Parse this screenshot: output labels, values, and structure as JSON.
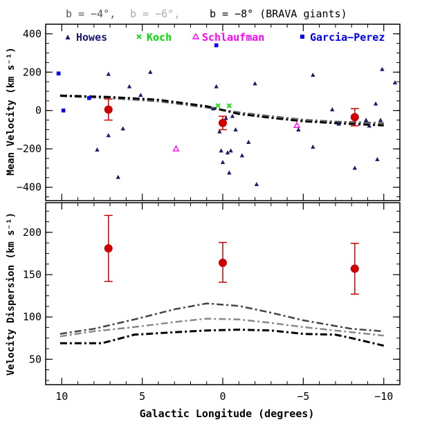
{
  "header": {
    "parts": [
      {
        "text": "b = −4°,",
        "color": "#555555"
      },
      {
        "text": "b = −6°,",
        "color": "#aaaaaa"
      },
      {
        "text": "b = −8° (BRAVA giants)",
        "color": "#000000"
      }
    ]
  },
  "colors": {
    "howes": "#1c1a6e",
    "koch": "#00dd00",
    "schlaufman": "#ff00ff",
    "garcia": "#0000ee",
    "brava": "#cc0000",
    "model_b4": "#444444",
    "model_b6": "#888888",
    "model_b8": "#000000"
  },
  "chart_data": [
    {
      "type": "scatter",
      "ylabel": "Mean Velocity (km s⁻¹)",
      "xlim": [
        11,
        -11
      ],
      "ylim": [
        -470,
        450
      ],
      "yticks": [
        -400,
        -200,
        0,
        200,
        400
      ],
      "xticks": [
        10,
        5,
        0,
        -5,
        -10
      ],
      "legend": {
        "placement": "top",
        "entries": [
          "Howes",
          "Koch",
          "Schlaufman",
          "Garcia−Perez"
        ]
      },
      "series": [
        {
          "name": "Howes",
          "marker": "triangle-filled",
          "points": [
            [
              7.8,
              -205
            ],
            [
              7.1,
              190
            ],
            [
              7.1,
              -130
            ],
            [
              6.5,
              -348
            ],
            [
              6.2,
              -95
            ],
            [
              5.8,
              125
            ],
            [
              5.1,
              80
            ],
            [
              4.5,
              200
            ],
            [
              0.6,
              10
            ],
            [
              0.4,
              125
            ],
            [
              0.2,
              -110
            ],
            [
              0.1,
              -210
            ],
            [
              0.0,
              -270
            ],
            [
              -0.2,
              -40
            ],
            [
              -0.3,
              -220
            ],
            [
              -0.4,
              -325
            ],
            [
              -0.5,
              -210
            ],
            [
              -0.6,
              -30
            ],
            [
              -0.8,
              -100
            ],
            [
              -1.2,
              -235
            ],
            [
              -1.6,
              -165
            ],
            [
              -2.0,
              140
            ],
            [
              -2.1,
              -385
            ],
            [
              -4.7,
              -100
            ],
            [
              -5.6,
              185
            ],
            [
              -5.6,
              -190
            ],
            [
              -6.8,
              5
            ],
            [
              -7.2,
              -70
            ],
            [
              -8.2,
              -300
            ],
            [
              -8.9,
              -50
            ],
            [
              -9.1,
              -80
            ],
            [
              -9.5,
              35
            ],
            [
              -9.6,
              -255
            ],
            [
              -9.8,
              -50
            ],
            [
              -9.9,
              215
            ],
            [
              -10.7,
              145
            ]
          ]
        },
        {
          "name": "Koch",
          "marker": "cross",
          "points": [
            [
              0.3,
              25
            ],
            [
              -0.4,
              25
            ]
          ]
        },
        {
          "name": "Schlaufman",
          "marker": "triangle-open",
          "points": [
            [
              2.9,
              -200
            ],
            [
              -4.6,
              -78
            ]
          ]
        },
        {
          "name": "Garcia−Perez",
          "marker": "square",
          "points": [
            [
              10.2,
              193
            ],
            [
              9.9,
              0
            ],
            [
              8.3,
              65
            ],
            [
              0.4,
              340
            ]
          ]
        },
        {
          "name": "BRAVA",
          "marker": "circle-errorbar",
          "points": [
            [
              7.1,
              5,
              -50,
              60
            ],
            [
              0.0,
              -65,
              -100,
              -30
            ],
            [
              -8.2,
              -35,
              -80,
              10
            ]
          ]
        }
      ],
      "models": {
        "b4": [
          [
            10.1,
            75
          ],
          [
            7,
            64
          ],
          [
            4,
            48
          ],
          [
            1,
            16
          ],
          [
            -1,
            -10
          ],
          [
            -3,
            -30
          ],
          [
            -5,
            -48
          ],
          [
            -7,
            -58
          ],
          [
            -10,
            -66
          ]
        ],
        "b6": [
          [
            10.1,
            77
          ],
          [
            7,
            67
          ],
          [
            4,
            52
          ],
          [
            1,
            20
          ],
          [
            -1,
            -14
          ],
          [
            -3,
            -33
          ],
          [
            -5,
            -51
          ],
          [
            -7,
            -62
          ],
          [
            -10,
            -72
          ]
        ],
        "b8": [
          [
            10.1,
            78
          ],
          [
            7,
            70
          ],
          [
            4,
            56
          ],
          [
            1,
            22
          ],
          [
            -1,
            -18
          ],
          [
            -3,
            -38
          ],
          [
            -5,
            -56
          ],
          [
            -7,
            -66
          ],
          [
            -10,
            -78
          ]
        ]
      }
    },
    {
      "type": "scatter",
      "xlabel": "Galactic Longitude (degrees)",
      "ylabel": "Velocity Dispersion (km s⁻¹)",
      "xlim": [
        11,
        -11
      ],
      "ylim": [
        20,
        235
      ],
      "yticks": [
        50,
        100,
        150,
        200
      ],
      "xticks": [
        10,
        5,
        0,
        -5,
        -10
      ],
      "xticklabels": [
        "10",
        "5",
        "0",
        "−5",
        "−10"
      ],
      "series": [
        {
          "name": "BRAVA",
          "marker": "circle-errorbar",
          "points": [
            [
              7.1,
              181,
              142,
              220
            ],
            [
              0.0,
              164,
              141,
              188
            ],
            [
              -8.2,
              157,
              127,
              187
            ]
          ]
        }
      ],
      "models": {
        "b4": [
          [
            10.1,
            80
          ],
          [
            8,
            86
          ],
          [
            5.5,
            97
          ],
          [
            3,
            109
          ],
          [
            1,
            116
          ],
          [
            -1,
            113
          ],
          [
            -3,
            105
          ],
          [
            -5,
            96
          ],
          [
            -8,
            86
          ],
          [
            -10,
            83
          ]
        ],
        "b6": [
          [
            10.1,
            77
          ],
          [
            8,
            83
          ],
          [
            5.5,
            88
          ],
          [
            3,
            94
          ],
          [
            1,
            98
          ],
          [
            -1,
            97
          ],
          [
            -3,
            93
          ],
          [
            -5,
            88
          ],
          [
            -8,
            82
          ],
          [
            -10,
            78
          ]
        ],
        "b8": [
          [
            10.1,
            69
          ],
          [
            7.5,
            69
          ],
          [
            5.5,
            79
          ],
          [
            3,
            82
          ],
          [
            1,
            84
          ],
          [
            -1,
            85
          ],
          [
            -3,
            84
          ],
          [
            -5,
            80
          ],
          [
            -7,
            79
          ],
          [
            -8,
            75
          ],
          [
            -10,
            66
          ]
        ]
      }
    }
  ]
}
